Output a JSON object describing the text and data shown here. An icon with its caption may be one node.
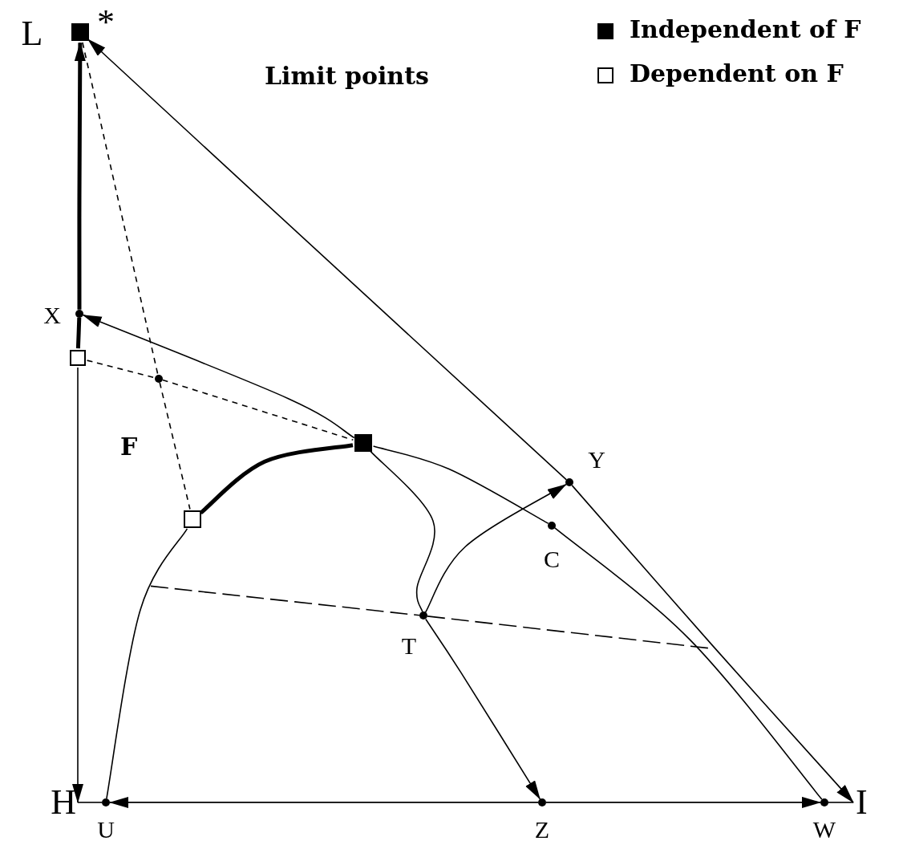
{
  "diagram": {
    "nodes": [
      {
        "text": [
          "L"
        ],
        "beside": [
          "*"
        ]
      },
      {
        "text": [
          "H"
        ]
      },
      {
        "text": [
          "I"
        ]
      },
      {
        "text": [
          "X"
        ]
      },
      {
        "text": [],
        "shape": "box"
      },
      {
        "text": [],
        "shape": "box"
      },
      {
        "text": [],
        "shape": "box"
      },
      {
        "text": [],
        "shape": "circle"
      },
      {
        "text": [
          "Y"
        ]
      },
      {
        "text": [
          "C"
        ]
      },
      {
        "text": [
          "T"
        ]
      },
      {
        "text": [
          "U"
        ]
      },
      {
        "text": [
          "Z"
        ]
      },
      {
        "text": [
          "W"
        ]
      }
    ],
    "edges": [
      {
        "from": 8,
        "to": 0,
        "arrow": "to"
      },
      {
        "from": 8,
        "to": 2,
        "arrow": "to"
      },
      {
        "from": 3,
        "to": 0,
        "arrow": "to",
        "style": "thick"
      },
      {
        "from": 4,
        "to": 3,
        "arrow": "none",
        "style": "thick"
      },
      {
        "from": 4,
        "to": 1,
        "arrow": "to"
      },
      {
        "from": 12,
        "to": 11,
        "arrow": "to"
      },
      {
        "from": 12,
        "to": 13,
        "arrow": "to"
      },
      {
        "from": 5,
        "to": 3,
        "arrow": "to"
      },
      {
        "from": 4,
        "to": 7,
        "arrow": "none",
        "style": "dashed"
      },
      {
        "from": 7,
        "to": 5,
        "arrow": "none",
        "style": "dashed"
      },
      {
        "from": 0,
        "to": 7,
        "arrow": "none",
        "style": "dashed"
      },
      {
        "from": 7,
        "to": 6,
        "arrow": "none",
        "style": "dashed"
      },
      {
        "from": 6,
        "to": 5,
        "arrow": "none",
        "style": "thick"
      },
      {
        "from": 5,
        "to": 9,
        "arrow": "none"
      },
      {
        "from": 9,
        "to": 13,
        "arrow": "none"
      },
      {
        "from": 11,
        "to": 6,
        "arrow": "none"
      },
      {
        "from": 5,
        "to": 10,
        "arrow": "none"
      },
      {
        "from": 10,
        "to": 8,
        "arrow": "to"
      },
      {
        "from": 10,
        "to": 12,
        "arrow": "to"
      },
      {
        "from": null,
        "to": 10,
        "arrow": "none",
        "style": "dashed"
      },
      {
        "from": 10,
        "to": null,
        "arrow": "none",
        "style": "dashed"
      },
      {
        "from": 11,
        "to": 1,
        "arrow": "none"
      },
      {
        "from": 13,
        "to": 2,
        "arrow": "none"
      }
    ],
    "labels": [
      "Limit points",
      "F"
    ],
    "legend": [
      {
        "text": "Independent of F"
      },
      {
        "text": "Dependent on F"
      }
    ]
  }
}
